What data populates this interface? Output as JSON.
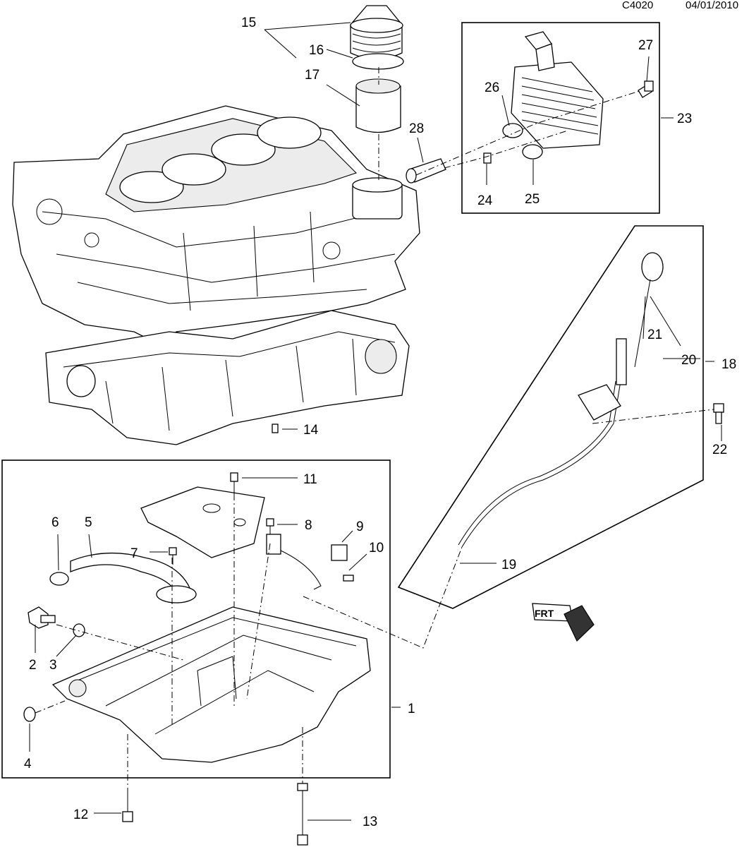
{
  "header": {
    "code": "C4020",
    "date": "04/01/2010"
  },
  "callouts": {
    "c1": "1",
    "c2": "2",
    "c3": "3",
    "c4": "4",
    "c5": "5",
    "c6": "6",
    "c7": "7",
    "c8": "8",
    "c9": "9",
    "c10": "10",
    "c11": "11",
    "c12": "12",
    "c13": "13",
    "c14": "14",
    "c15": "15",
    "c16": "16",
    "c17": "17",
    "c18": "18",
    "c19": "19",
    "c20": "20",
    "c21": "21",
    "c22": "22",
    "c23": "23",
    "c24": "24",
    "c25": "25",
    "c26": "26",
    "c27": "27",
    "c28": "28"
  },
  "direction_badge": "FRT",
  "icons": {
    "direction": "front-arrow-icon"
  }
}
